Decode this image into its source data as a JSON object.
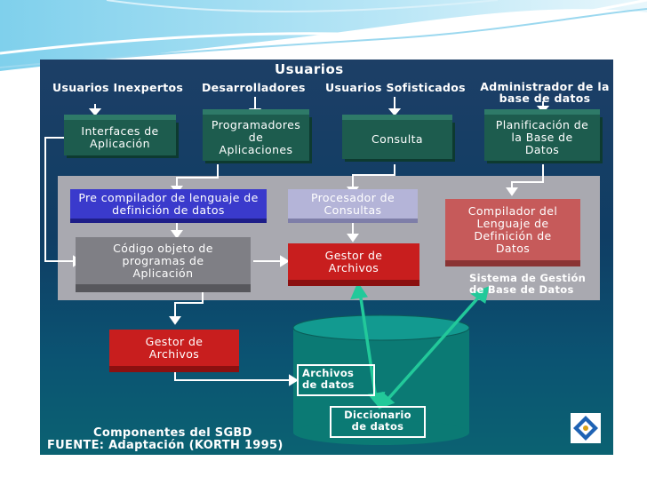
{
  "title": "Usuarios",
  "user_types": [
    "Usuarios Inexpertos",
    "Desarrolladores",
    "Usuarios Sofisticados",
    "Administrador de la base de datos"
  ],
  "top_boxes": [
    "Interfaces de Aplicación",
    "Programadores de Aplicaciones",
    "Consulta",
    "Planificación de la Base de Datos"
  ],
  "sgbd_boxes": {
    "precompiler": "Pre compilador de lenguaje de definición de datos",
    "query_processor": "Procesador de Consultas",
    "ddl_compiler": "Compilador del Lenguaje de Definición de Datos",
    "object_code": "Código objeto de programas de Aplicación",
    "file_manager": "Gestor de Archivos"
  },
  "system_label": "Sistema de Gestión de Base de Datos",
  "lower_file_manager": "Gestor de Archivos",
  "storage": {
    "data_files": "Archivos de datos",
    "data_dictionary": "Diccionario de datos"
  },
  "caption": "Componentes del SGBD",
  "source": "FUENTE: Adaptación (KORTH 1995)",
  "colors": {
    "panel": "#0f3d64",
    "teal_box": "#1d5c4e",
    "red_box": "#c81e1e",
    "connector": "#22c99a"
  }
}
